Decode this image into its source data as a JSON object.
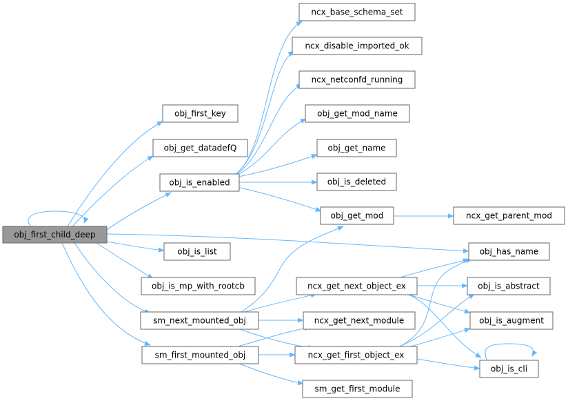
{
  "colors": {
    "edge": "#63b8ff",
    "node_border": "#666666",
    "node_fill": "#ffffff",
    "root_fill": "#999999",
    "text": "#000000"
  },
  "nodes": {
    "root": "obj_first_child_deep",
    "first_key": "obj_first_key",
    "get_datadefq": "obj_get_datadefQ",
    "is_enabled": "obj_is_enabled",
    "is_list": "obj_is_list",
    "is_mp_with_rootcb": "obj_is_mp_with_rootcb",
    "sm_next_mounted": "sm_next_mounted_obj",
    "sm_first_mounted": "sm_first_mounted_obj",
    "base_schema_set": "ncx_base_schema_set",
    "disable_imported_ok": "ncx_disable_imported_ok",
    "netconfd_running": "ncx_netconfd_running",
    "get_mod_name": "obj_get_mod_name",
    "get_name": "obj_get_name",
    "is_deleted": "obj_is_deleted",
    "get_mod": "obj_get_mod",
    "get_next_object_ex": "ncx_get_next_object_ex",
    "get_next_module": "ncx_get_next_module",
    "get_first_object_ex": "ncx_get_first_object_ex",
    "sm_get_first_module": "sm_get_first_module",
    "get_parent_mod": "ncx_get_parent_mod",
    "has_name": "obj_has_name",
    "is_abstract": "obj_is_abstract",
    "is_augment": "obj_is_augment",
    "is_cli": "obj_is_cli"
  }
}
